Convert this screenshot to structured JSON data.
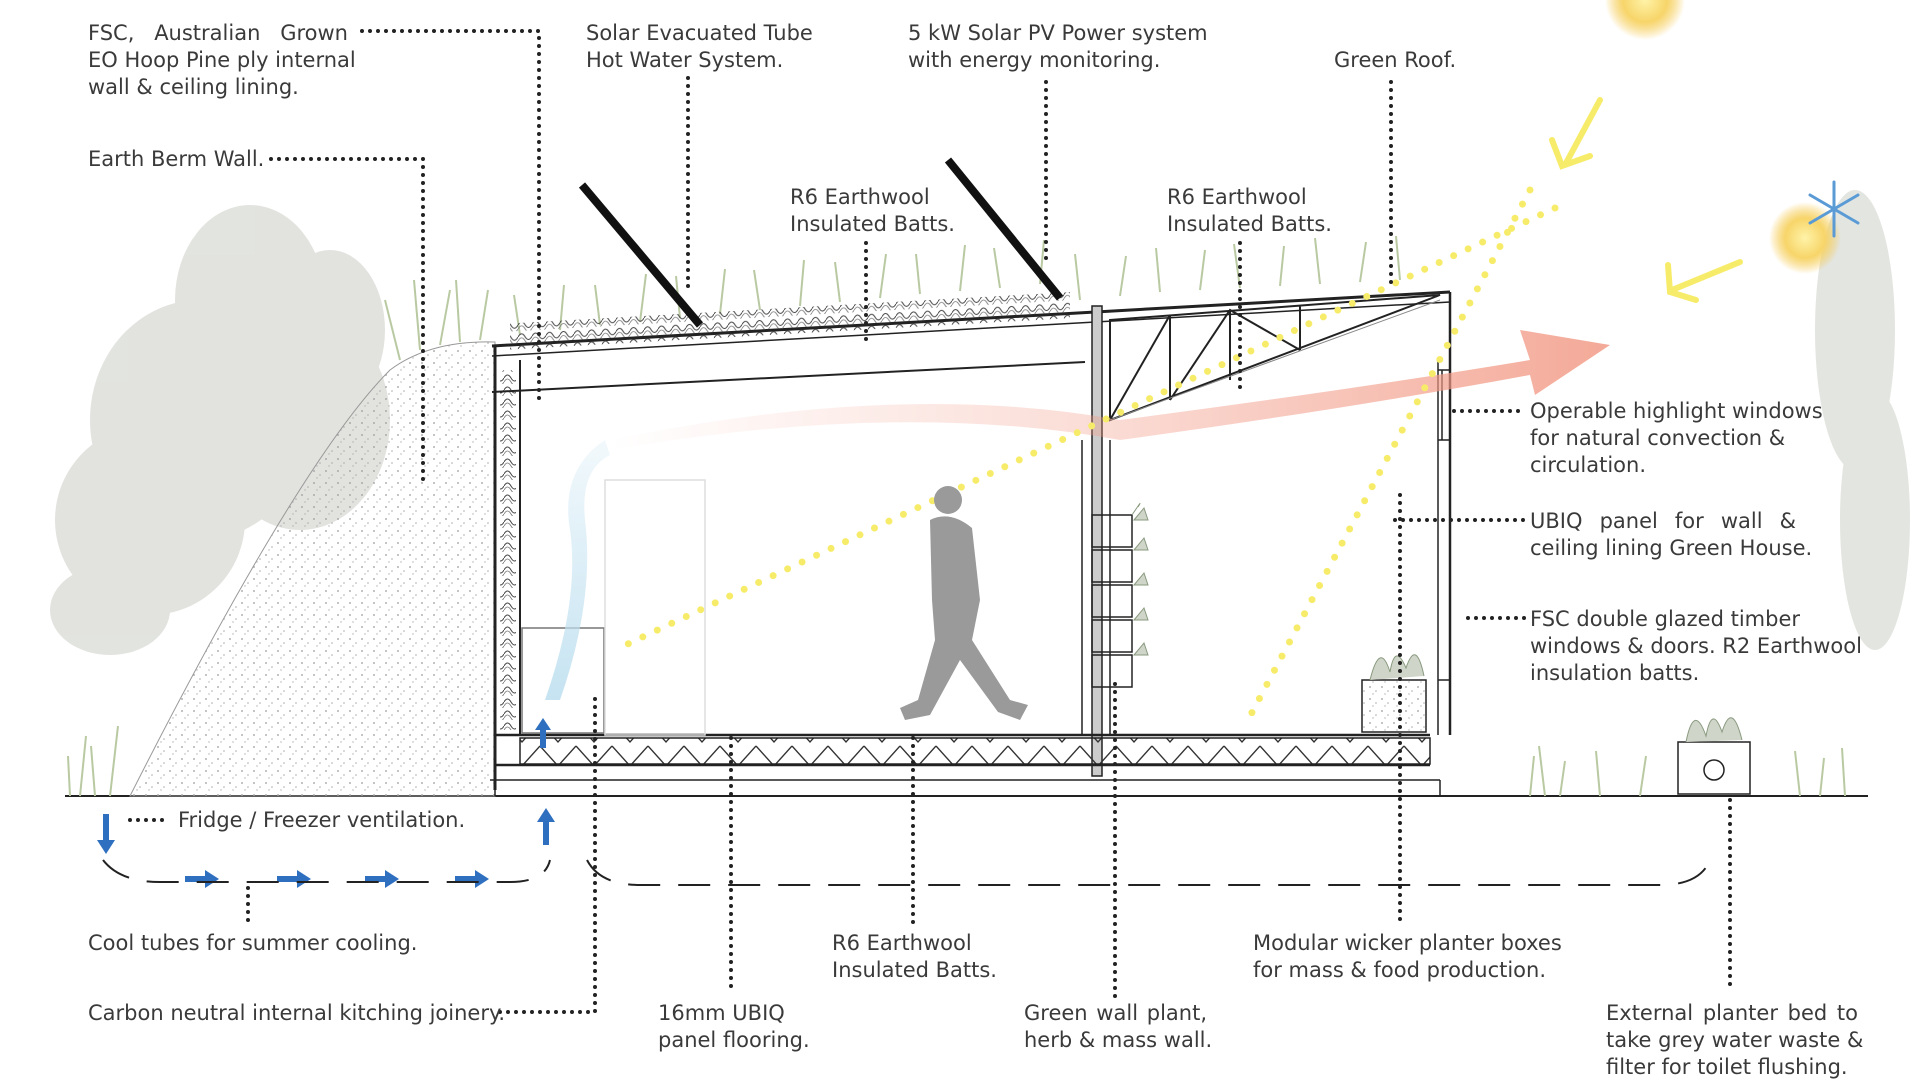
{
  "labels": {
    "fsc_lining": [
      "FSC,  Australian  Grown",
      "EO Hoop Pine ply internal",
      "wall & ceiling lining."
    ],
    "earth_berm": [
      "Earth Berm Wall."
    ],
    "solar_tube": [
      "Solar Evacuated Tube",
      "Hot Water System."
    ],
    "solar_pv": [
      "5 kW Solar PV Power system",
      "with energy monitoring."
    ],
    "green_roof": [
      "Green Roof."
    ],
    "r6_batts_1": [
      "R6 Earthwool",
      "Insulated Batts."
    ],
    "r6_batts_2": [
      "R6 Earthwool",
      "Insulated Batts."
    ],
    "highlight_windows": [
      "Operable highlight windows",
      "for natural convection &",
      "circulation."
    ],
    "ubiq_panel": [
      "UBIQ  panel  for  wall  &",
      "ceiling lining Green House."
    ],
    "fsc_windows": [
      "FSC double glazed timber",
      "windows & doors. R2 Earthwool",
      "insulation batts."
    ],
    "fridge_vent": [
      "Fridge / Freezer ventilation."
    ],
    "cool_tubes": [
      "Cool tubes for summer cooling."
    ],
    "kitchen_joinery": [
      "Carbon neutral internal kitching joinery."
    ],
    "r6_batts_floor": [
      "R6 Earthwool",
      "Insulated Batts."
    ],
    "ubiq_flooring": [
      "16mm UBIQ",
      "panel flooring."
    ],
    "green_wall": [
      "Green  wall  plant,",
      "herb & mass wall."
    ],
    "planter_boxes": [
      "Modular wicker planter boxes",
      "for mass & food production."
    ],
    "external_planter": [
      "External  planter  bed  to",
      "take grey water waste &",
      "filter for toilet flushing."
    ]
  },
  "icons": [
    "sun-icon",
    "snowflake-icon",
    "person-icon",
    "tree-icon",
    "solar-tube-icon",
    "planter-icon"
  ],
  "colors": {
    "text": "#3a3a3a",
    "line": "#222222",
    "sun_ray": "#f7ec6a",
    "sun_glow": "#f5c542",
    "warm_air": "#f29a86",
    "cool_air": "#bfe0f0",
    "vent_arrow": "#2f6fbf",
    "snowflake": "#5a9bd6",
    "foliage": "#d8dbd6",
    "grass": "#b9c9a2",
    "person": "#9a9a9a"
  }
}
